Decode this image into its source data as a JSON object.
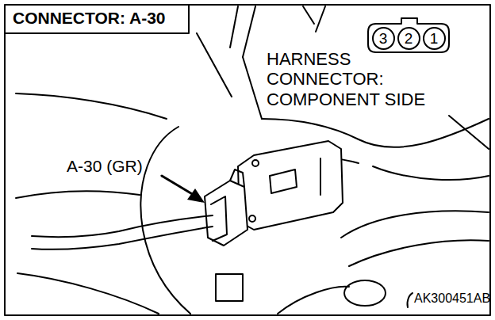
{
  "diagram": {
    "title": "CONNECTOR: A-30",
    "nodes": [
      {
        "text": [
          "3"
        ]
      },
      {
        "text": [
          "2"
        ]
      },
      {
        "text": [
          "1"
        ]
      }
    ],
    "labels": [
      "HARNESS CONNECTOR: COMPONENT SIDE",
      "A-30 (GR)",
      "AK300451AB"
    ]
  }
}
